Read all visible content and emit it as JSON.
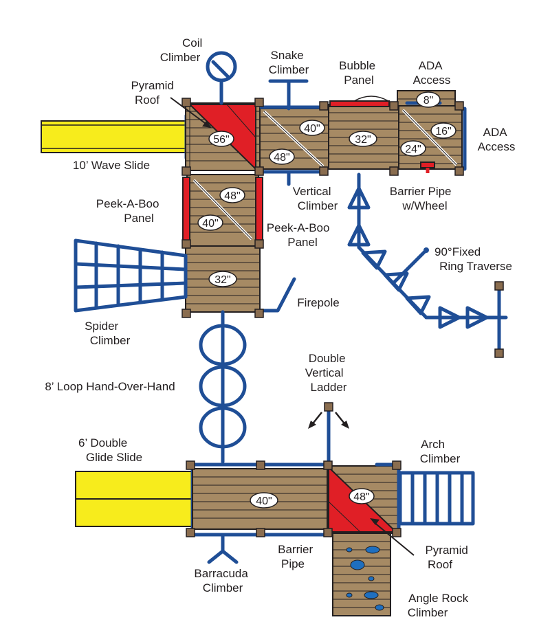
{
  "colors": {
    "wood": "#a68a64",
    "post": "#8a6d4f",
    "pipe": "#1f4e96",
    "roof": "#e01f26",
    "slide": "#f7ec1c",
    "outline": "#231f20"
  },
  "labels": {
    "coil_climber": [
      "Coil",
      "Climber"
    ],
    "pyramid_roof_top": [
      "Pyramid",
      "Roof"
    ],
    "snake_climber": [
      "Snake",
      "Climber"
    ],
    "bubble_panel": [
      "Bubble",
      "Panel"
    ],
    "ada_access_top": [
      "ADA",
      "Access"
    ],
    "ada_access_right": [
      "ADA",
      "Access"
    ],
    "wave_slide": [
      "10’ Wave Slide"
    ],
    "vertical_climber": [
      "Vertical",
      "Climber"
    ],
    "barrier_pipe_wheel": [
      "Barrier Pipe",
      "w/Wheel"
    ],
    "peek_a_boo_left": [
      "Peek-A-Boo",
      "Panel"
    ],
    "peek_a_boo_right": [
      "Peek-A-Boo",
      "Panel"
    ],
    "ring_traverse": [
      "90°Fixed",
      "Ring Traverse"
    ],
    "firepole": [
      "Firepole"
    ],
    "spider_climber": [
      "Spider",
      "Climber"
    ],
    "loop_hand_over_hand": [
      "8’ Loop Hand-Over-Hand"
    ],
    "double_vertical_ladder": [
      "Double",
      "Vertical",
      "Ladder"
    ],
    "double_glide_slide": [
      "6’ Double",
      "Glide Slide"
    ],
    "arch_climber": [
      "Arch",
      "Climber"
    ],
    "barrier_pipe": [
      "Barrier",
      "Pipe"
    ],
    "pyramid_roof_bottom": [
      "Pyramid",
      "Roof"
    ],
    "barracuda_climber": [
      "Barracuda",
      "Climber"
    ],
    "angle_rock_climber": [
      "Angle Rock",
      "Climber"
    ]
  },
  "dimensions": {
    "tower_top": "56\"",
    "ramp_a_upper": "40\"",
    "ramp_a_lower": "48\"",
    "bubble_deck": "32\"",
    "ada_upper": "8\"",
    "ada_right": "16\"",
    "ada_lower": "24\"",
    "peek_upper": "48\"",
    "peek_lower": "40\"",
    "mid_deck": "32\"",
    "bottom_deck": "40\"",
    "bottom_tower": "48\""
  }
}
